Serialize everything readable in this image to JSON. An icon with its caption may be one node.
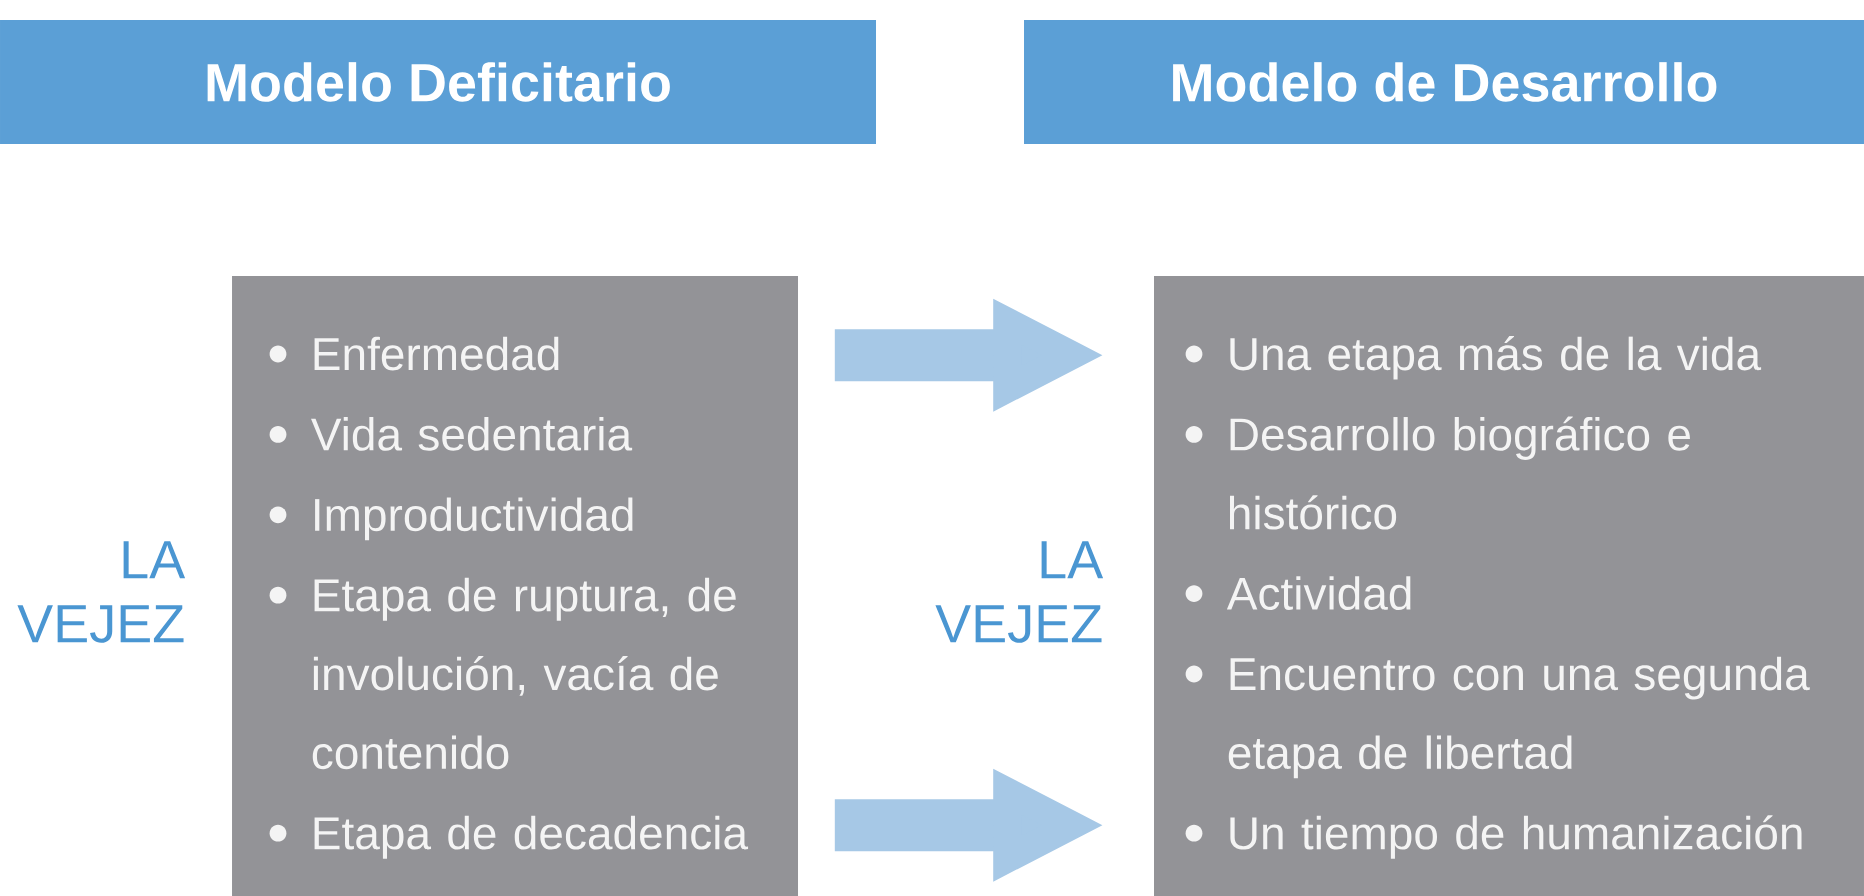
{
  "diagram": {
    "nodes": [
      {
        "text": [
          "Modelo Deficitario"
        ]
      },
      {
        "text": [
          "Modelo de Desarrollo"
        ]
      },
      {
        "text": [
          "Enfermedad",
          "Vida sedentaria",
          "Improductividad",
          "Etapa de ruptura, de involución, vacía de contenido",
          "Etapa de decadencia"
        ],
        "beside": [
          "LA VEJEZ"
        ]
      },
      {
        "text": [
          "Una etapa más de la vida",
          "Desarrollo biográfico e histórico",
          "Actividad",
          "Encuentro con una segunda etapa de libertad",
          "Un tiempo de humanización"
        ],
        "beside": [
          "LA VEJEZ"
        ]
      }
    ],
    "edges": [
      {
        "from": 2,
        "to": 3,
        "arrow": "to"
      },
      {
        "from": 2,
        "to": 3,
        "arrow": "to"
      }
    ]
  }
}
